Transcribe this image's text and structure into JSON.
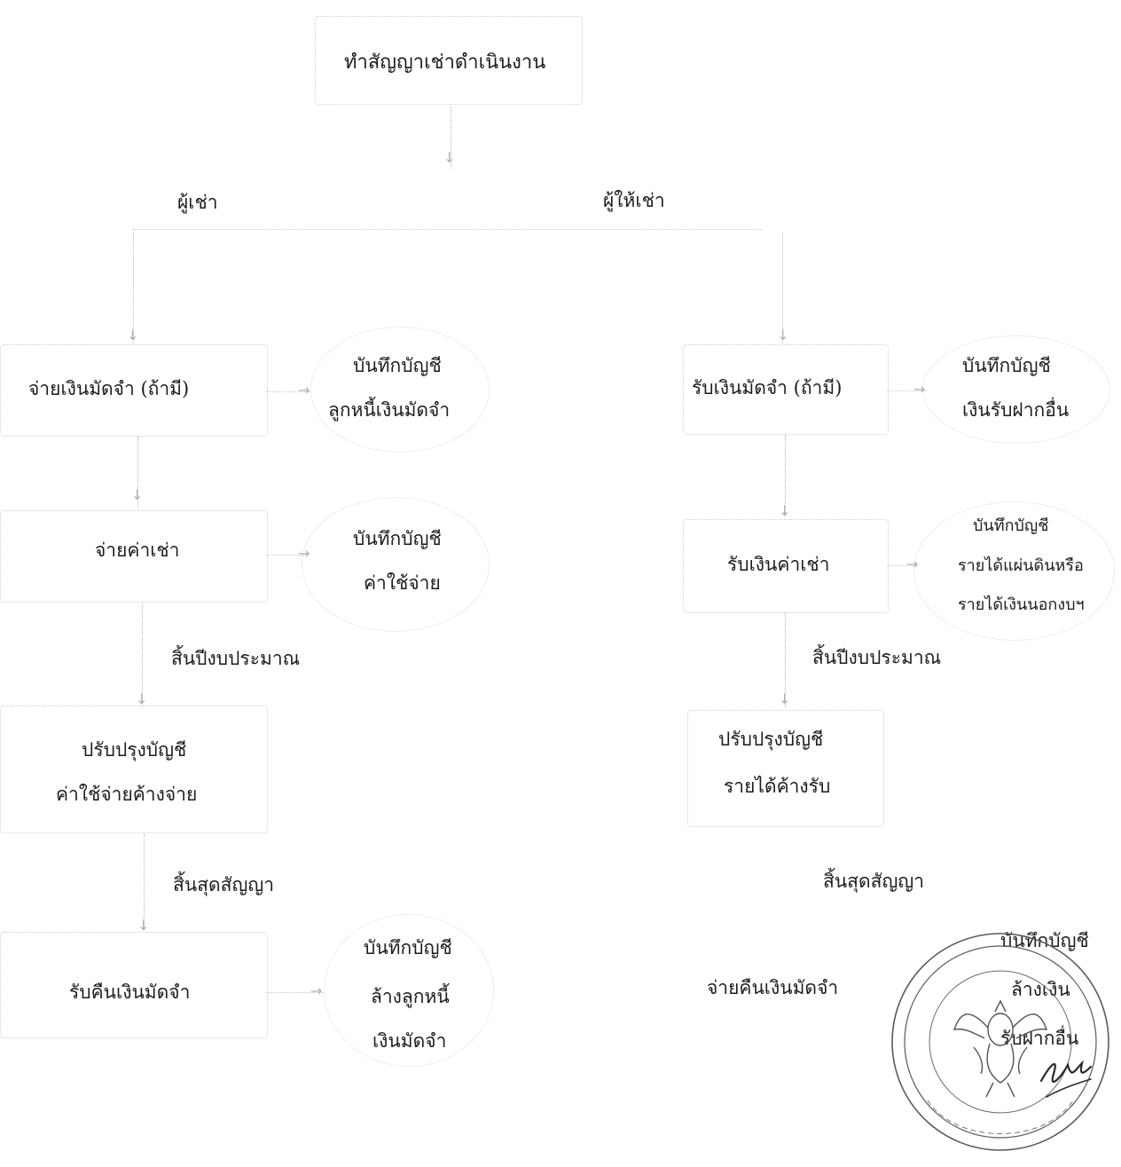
{
  "title": "ทำสัญญาเช่าดำเนินงาน",
  "lessee": {
    "header": "ผู้เช่า",
    "deposit": "จ่ายเงินมัดจำ (ถ้ามี)",
    "deposit_note": [
      "บันทึกบัญชี",
      "ลูกหนี้เงินมัดจำ"
    ],
    "rent": "จ่ายค่าเช่า",
    "rent_note": [
      "บันทึกบัญชี",
      "ค่าใช้จ่าย"
    ],
    "year_end": "สิ้นปีงบประมาณ",
    "adjust": [
      "ปรับปรุงบัญชี",
      "ค่าใช้จ่ายค้างจ่าย"
    ],
    "contract_end": "สิ้นสุดสัญญา",
    "refund": "รับคืนเงินมัดจำ",
    "refund_note": [
      "บันทึกบัญชี",
      "ล้างลูกหนี้",
      "เงินมัดจำ"
    ]
  },
  "lessor": {
    "header": "ผู้ให้เช่า",
    "deposit": "รับเงินมัดจำ (ถ้ามี)",
    "deposit_note": [
      "บันทึกบัญชี",
      "เงินรับฝากอื่น"
    ],
    "rent": "รับเงินค่าเช่า",
    "rent_note": [
      "บันทึกบัญชี",
      "รายได้แผ่นดินหรือ",
      "รายได้เงินนอกงบฯ"
    ],
    "year_end": "สิ้นปีงบประมาณ",
    "adjust": [
      "ปรับปรุงบัญชี",
      "รายได้ค้างรับ"
    ],
    "contract_end": "สิ้นสุดสัญญา",
    "refund": "จ่ายคืนเงินมัดจำ",
    "refund_note": [
      "บันทึกบัญชี",
      "ล้างเงิน",
      "รับฝากอื่น"
    ]
  },
  "colors": {
    "text": "#1c1c1c",
    "faint_line": "#c8c8c8",
    "seal": "#4a4a4a"
  },
  "icons": {
    "arrow": "arrow-down-icon",
    "seal": "official-seal-icon"
  }
}
